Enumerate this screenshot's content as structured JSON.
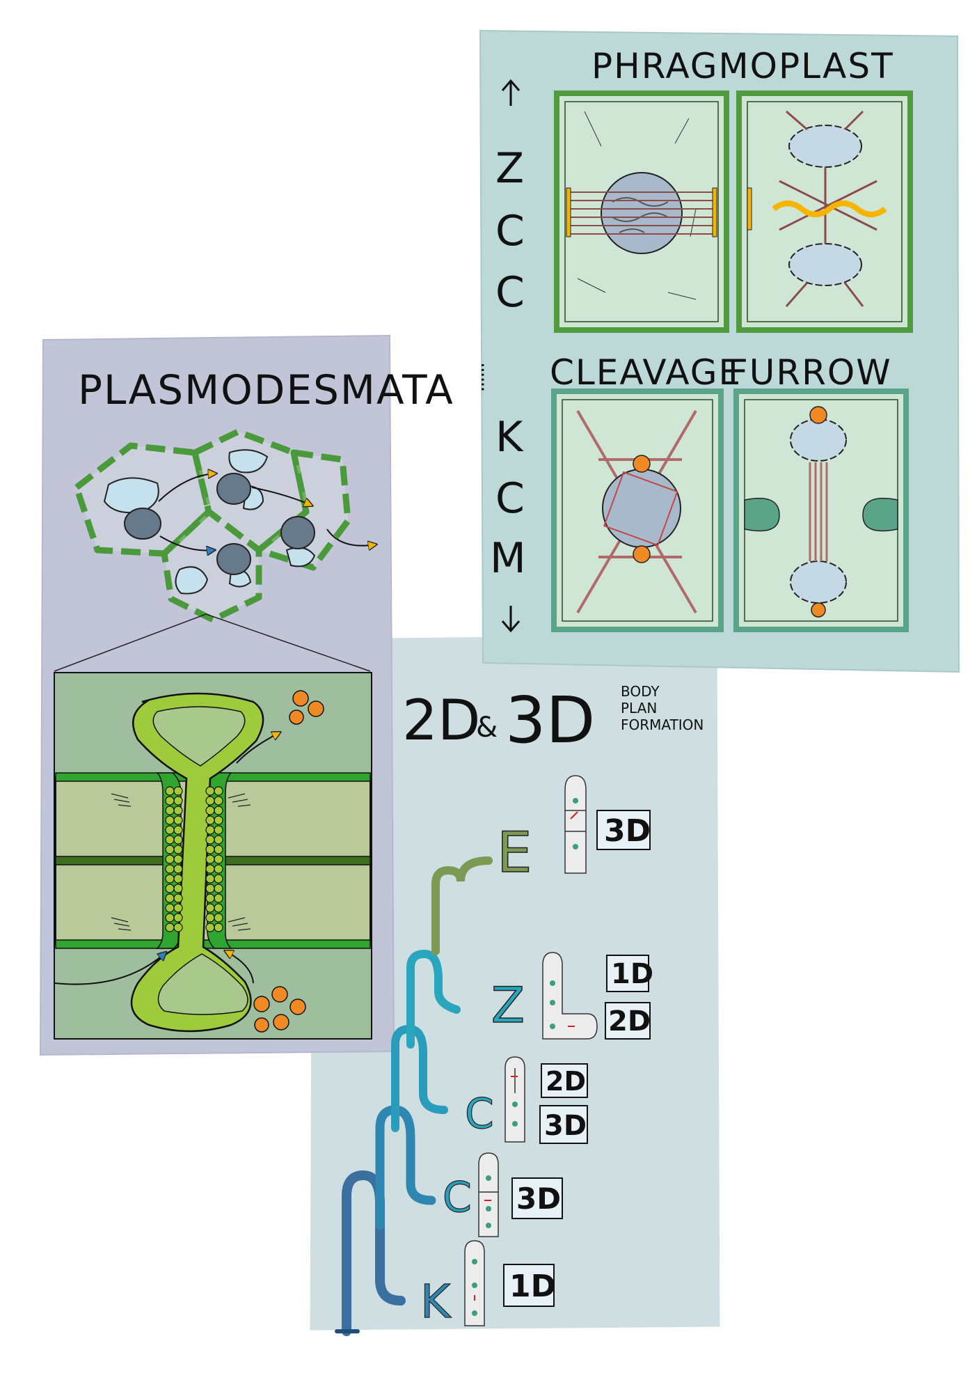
{
  "plasmodesmata": {
    "title": "PLASMODESMATA"
  },
  "phragmoplast": {
    "title": "PHRAGMOPLAST",
    "lineage": [
      "Z",
      "C",
      "C",
      "K",
      "C",
      "M"
    ],
    "dots": "......",
    "cleavage_title_1": "CLEAVAGE",
    "cleavage_title_2": "FURROW"
  },
  "body_plan": {
    "title_2d": "2D",
    "title_amp": "&",
    "title_3d": "3D",
    "subtitle": [
      "BODY",
      "PLAN",
      "FORMATION"
    ],
    "levels": [
      {
        "letter": "E",
        "dims": [
          "3D"
        ]
      },
      {
        "letter": "Z",
        "dims": [
          "1D",
          "2D"
        ]
      },
      {
        "letter": "C",
        "dims": [
          "2D",
          "3D"
        ]
      },
      {
        "letter": "C",
        "dims": [
          "3D"
        ]
      },
      {
        "letter": "K",
        "dims": [
          "1D"
        ]
      }
    ]
  },
  "colors": {
    "purple_panel": "#c2c4d8",
    "teal_panel": "#bcd9d8",
    "gray_panel": "#cfdfe1",
    "cell_fill": "#d4e8dc",
    "cell_wall": "#6aa84f",
    "vacuole": "#c5e1ed",
    "nucleus": "#667a8c",
    "orange": "#f08a24",
    "lime": "#9dcb3c",
    "tree_blue": "#2aa5be",
    "tree_olive": "#7d9a55"
  }
}
